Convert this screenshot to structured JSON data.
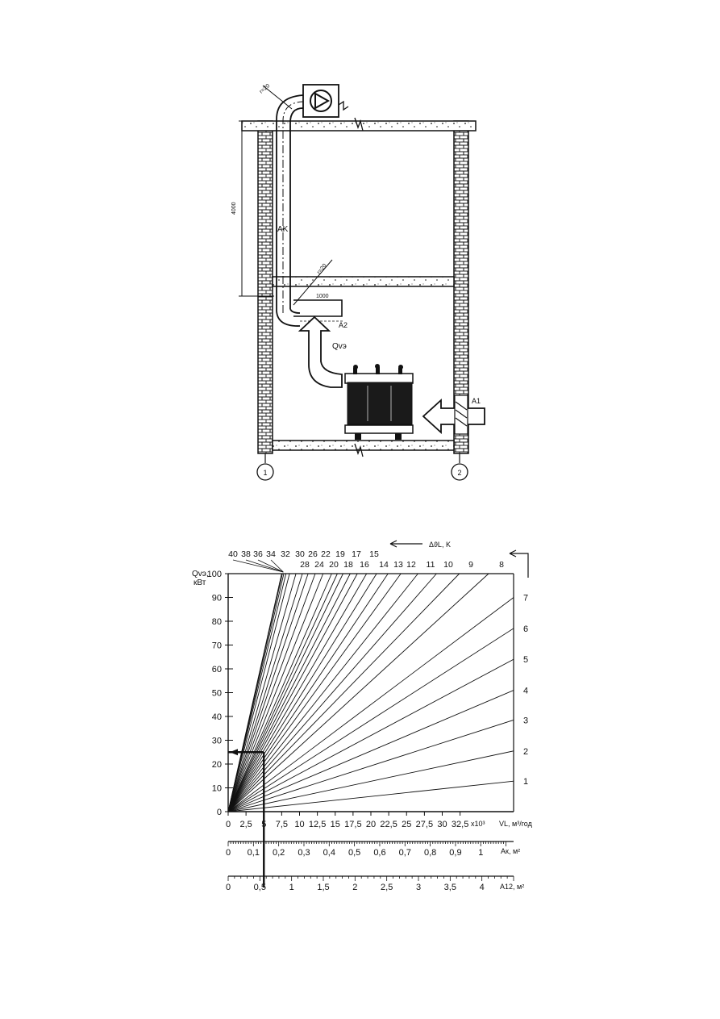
{
  "diagram": {
    "dim_vertical": "4000",
    "dim_hood": "1000",
    "radius_top": "r=20",
    "radius_mid": "r=20",
    "duct_label": "AK",
    "inlet_label": "A2",
    "outlet_label": "A1",
    "flow_label": "Qvэ",
    "axis_marker_1": "1",
    "axis_marker_2": "2"
  },
  "chart_data": {
    "type": "line",
    "delta_label": "ΔϑL, K",
    "ylabel_line1": "Qvэ,",
    "ylabel_line2": "кВт",
    "y_ticks": [
      "0",
      "10",
      "20",
      "30",
      "40",
      "50",
      "60",
      "70",
      "80",
      "90",
      "100"
    ],
    "ylim": [
      0,
      100
    ],
    "x_ticks": [
      "0",
      "2,5",
      "5",
      "7,5",
      "10",
      "12,5",
      "15",
      "17,5",
      "20",
      "22,5",
      "25",
      "27,5",
      "30",
      "32,5"
    ],
    "x_multiplier": "x10³",
    "xlabel": "VL, м³/год",
    "xlim": [
      0,
      40000
    ],
    "ak_ticks": [
      "0",
      "0,1",
      "0,2",
      "0,3",
      "0,4",
      "0,5",
      "0,6",
      "0,7",
      "0,8",
      "0,9",
      "1"
    ],
    "ak_label": "Aк, м²",
    "ak_range": [
      0,
      1.13
    ],
    "a12_ticks": [
      "0",
      "0,5",
      "1",
      "1,5",
      "2",
      "2,5",
      "3",
      "3,5",
      "4"
    ],
    "a12_label": "A12, м²",
    "a12_range": [
      0,
      4.5
    ],
    "series_top_labels": [
      "40",
      "38",
      "36",
      "34",
      "32",
      "30",
      "28",
      "26",
      "24",
      "22",
      "20",
      "19",
      "18",
      "17",
      "16",
      "15",
      "14",
      "13",
      "12",
      "11",
      "10",
      "9",
      "8"
    ],
    "series": [
      {
        "name": "40",
        "x": [
          0,
          7500
        ],
        "y": [
          0,
          100
        ]
      },
      {
        "name": "38",
        "x": [
          0,
          7600
        ],
        "y": [
          0,
          100
        ]
      },
      {
        "name": "36",
        "x": [
          0,
          7800
        ],
        "y": [
          0,
          100
        ]
      },
      {
        "name": "34",
        "x": [
          0,
          8100
        ],
        "y": [
          0,
          100
        ]
      },
      {
        "name": "32",
        "x": [
          0,
          8600
        ],
        "y": [
          0,
          100
        ]
      },
      {
        "name": "30",
        "x": [
          0,
          9500
        ],
        "y": [
          0,
          100
        ]
      },
      {
        "name": "28",
        "x": [
          0,
          10400
        ],
        "y": [
          0,
          100
        ]
      },
      {
        "name": "26",
        "x": [
          0,
          11200
        ],
        "y": [
          0,
          100
        ]
      },
      {
        "name": "24",
        "x": [
          0,
          12200
        ],
        "y": [
          0,
          100
        ]
      },
      {
        "name": "22",
        "x": [
          0,
          13300
        ],
        "y": [
          0,
          100
        ]
      },
      {
        "name": "20",
        "x": [
          0,
          14500
        ],
        "y": [
          0,
          100
        ]
      },
      {
        "name": "19",
        "x": [
          0,
          15300
        ],
        "y": [
          0,
          100
        ]
      },
      {
        "name": "18",
        "x": [
          0,
          16100
        ],
        "y": [
          0,
          100
        ]
      },
      {
        "name": "17",
        "x": [
          0,
          17100
        ],
        "y": [
          0,
          100
        ]
      },
      {
        "name": "16",
        "x": [
          0,
          18100
        ],
        "y": [
          0,
          100
        ]
      },
      {
        "name": "15",
        "x": [
          0,
          19400
        ],
        "y": [
          0,
          100
        ]
      },
      {
        "name": "14",
        "x": [
          0,
          20800
        ],
        "y": [
          0,
          100
        ]
      },
      {
        "name": "13",
        "x": [
          0,
          22400
        ],
        "y": [
          0,
          100
        ]
      },
      {
        "name": "12",
        "x": [
          0,
          24200
        ],
        "y": [
          0,
          100
        ]
      },
      {
        "name": "11",
        "x": [
          0,
          26600
        ],
        "y": [
          0,
          100
        ]
      },
      {
        "name": "10",
        "x": [
          0,
          29200
        ],
        "y": [
          0,
          100
        ]
      },
      {
        "name": "9",
        "x": [
          0,
          32400
        ],
        "y": [
          0,
          100
        ]
      },
      {
        "name": "8",
        "x": [
          0,
          36500
        ],
        "y": [
          0,
          100
        ]
      },
      {
        "name": "7",
        "x": [
          0,
          40000
        ],
        "y": [
          0,
          90
        ]
      },
      {
        "name": "6",
        "x": [
          0,
          40000
        ],
        "y": [
          0,
          77
        ]
      },
      {
        "name": "5",
        "x": [
          0,
          40000
        ],
        "y": [
          0,
          64
        ]
      },
      {
        "name": "4",
        "x": [
          0,
          40000
        ],
        "y": [
          0,
          51
        ]
      },
      {
        "name": "3",
        "x": [
          0,
          40000
        ],
        "y": [
          0,
          38.5
        ]
      },
      {
        "name": "2",
        "x": [
          0,
          40000
        ],
        "y": [
          0,
          25.5
        ]
      },
      {
        "name": "1",
        "x": [
          0,
          40000
        ],
        "y": [
          0,
          12.8
        ]
      }
    ],
    "right_labels": [
      "7",
      "6",
      "5",
      "4",
      "3",
      "2",
      "1"
    ],
    "right_label_y": [
      90,
      77,
      64,
      51,
      38.5,
      25.5,
      12.8
    ],
    "example_q": 25,
    "example_v": 5000
  }
}
